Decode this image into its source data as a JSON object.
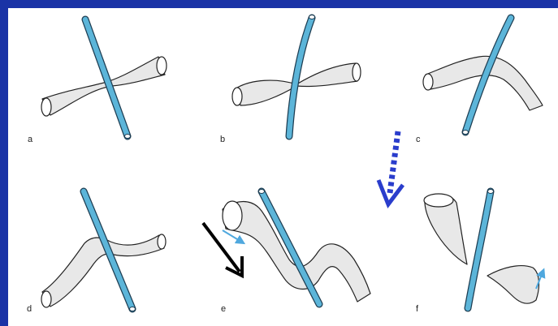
{
  "panels": [
    {
      "id": "a",
      "label": "a"
    },
    {
      "id": "b",
      "label": "b"
    },
    {
      "id": "c",
      "label": "c"
    },
    {
      "id": "d",
      "label": "d"
    },
    {
      "id": "e",
      "label": "e"
    },
    {
      "id": "f",
      "label": "f"
    }
  ],
  "colors": {
    "frame": "#1a33a6",
    "rod": "#5cb5d9",
    "rod_outline": "#1d3d52",
    "tube_fill": "#e8e8e8",
    "dotted_arrow": "#2a3dcc",
    "solid_arrow": "#000000",
    "flow_arrow": "#4fa8de"
  },
  "arrows": {
    "dotted": "dotted-down-left-arrow",
    "solid": "solid-down-right-arrow",
    "flow": "flow-direction-arrow"
  }
}
